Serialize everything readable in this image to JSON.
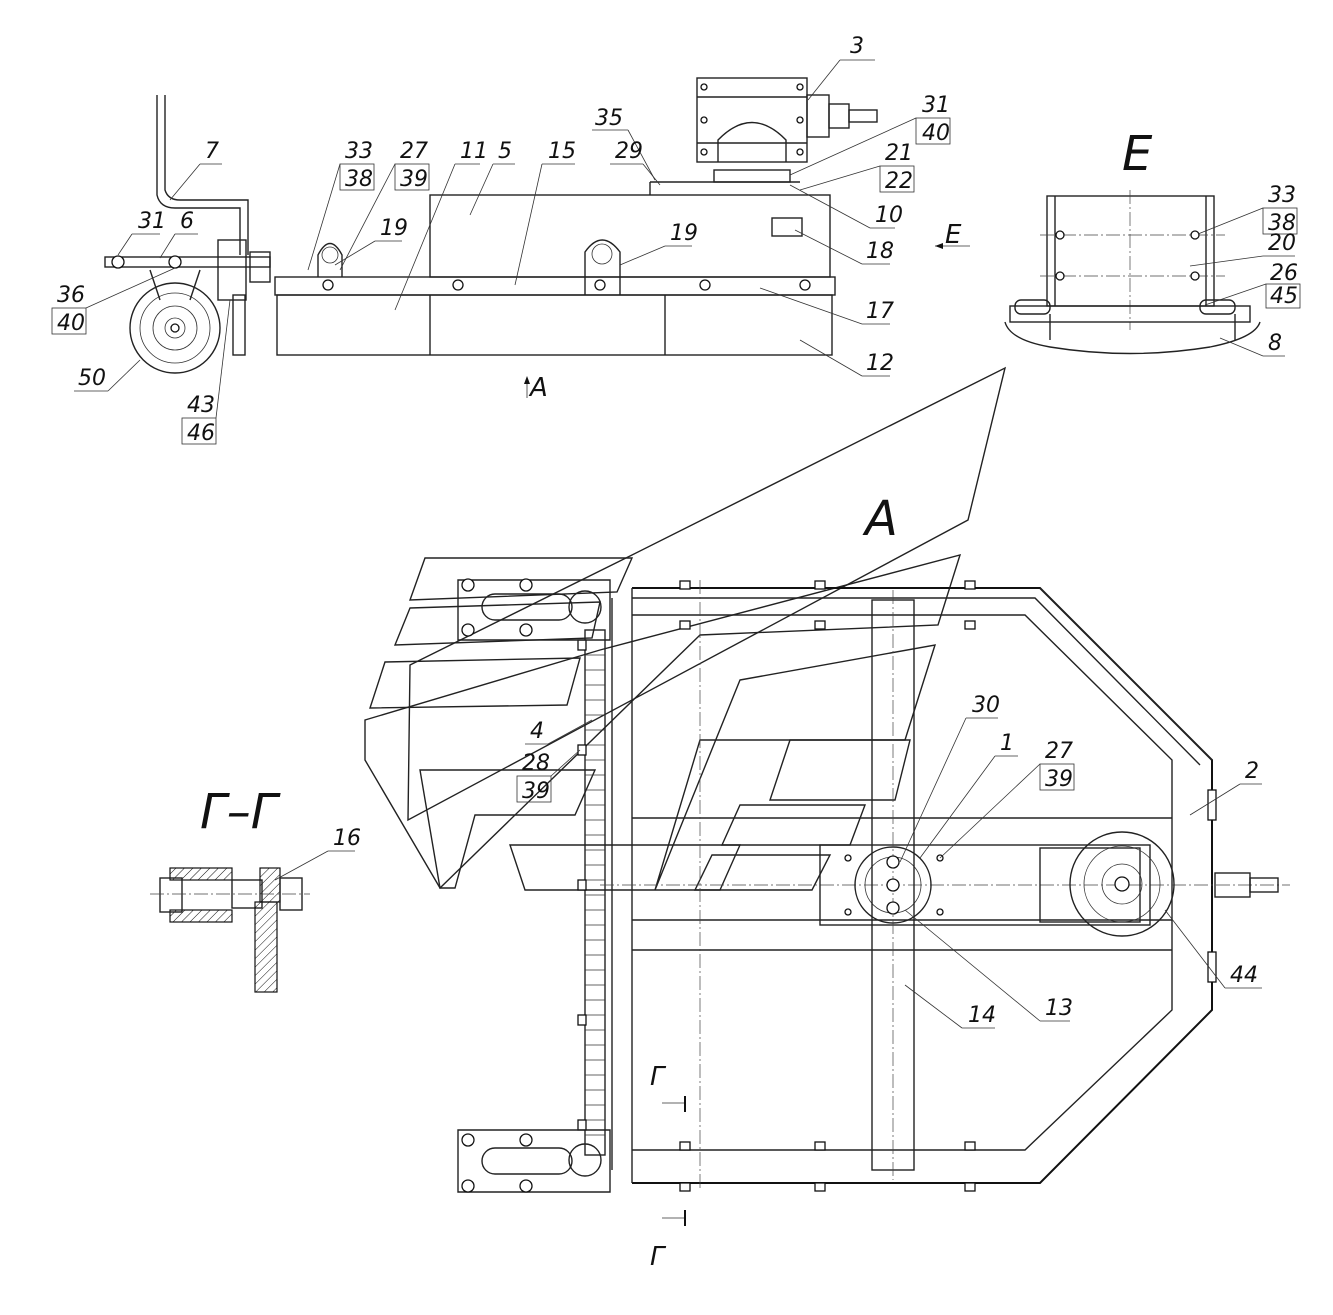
{
  "view_titles": {
    "view_e": "Е",
    "section_g": "Г–Г",
    "view_a": "А"
  },
  "view_markers": {
    "arrow_e": "Е",
    "arrow_a": "А",
    "cut_top": "Г",
    "cut_bottom": "Г"
  },
  "callouts": {
    "c3": "3",
    "c35": "35",
    "c31_40_top": "31",
    "c31_40_bot": "40",
    "c33_38_top": "33",
    "c33_38_bot": "38",
    "c27_39_top": "27",
    "c27_39_bot": "39",
    "c11": "11",
    "c5": "5",
    "c15": "15",
    "c29": "29",
    "c21_22_top": "21",
    "c21_22_bot": "22",
    "c7": "7",
    "c31": "31",
    "c6": "6",
    "c19a": "19",
    "c19b": "19",
    "c10": "10",
    "c18": "18",
    "c17": "17",
    "c12": "12",
    "c36_40_top": "36",
    "c36_40_bot": "40",
    "c50": "50",
    "c43_46_top": "43",
    "c43_46_bot": "46",
    "e33_38_top": "33",
    "e33_38_bot": "38",
    "e20": "20",
    "e26_45_top": "26",
    "e26_45_bot": "45",
    "e8": "8",
    "a30": "30",
    "a1": "1",
    "a27_39_top": "27",
    "a27_39_bot": "39",
    "a2": "2",
    "a4": "4",
    "a28_39_top": "28",
    "a28_39_bot": "39",
    "a44": "44",
    "a14": "14",
    "a13": "13",
    "g16": "16"
  }
}
